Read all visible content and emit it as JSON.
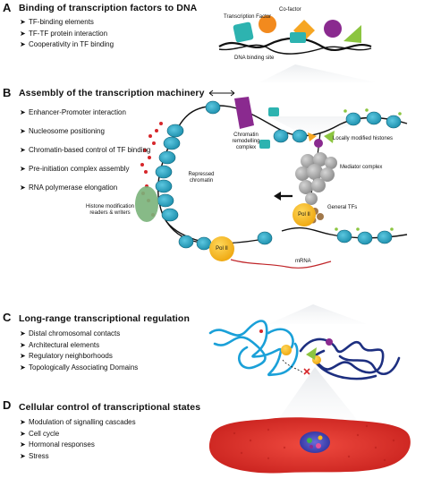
{
  "panels": [
    {
      "letter": "A",
      "title": "Binding of transcription factors to DNA",
      "bullets": [
        "TF-binding elements",
        "TF-TF protein interaction",
        "Cooperativity in TF binding"
      ]
    },
    {
      "letter": "B",
      "title": "Assembly of the transcription machinery",
      "bullets": [
        "Enhancer-Promoter interaction",
        "Nucleosome positioning",
        "Chromatin-based control of TF binding",
        "Pre-initiation complex assembly",
        "RNA polymerase elongation"
      ]
    },
    {
      "letter": "C",
      "title": "Long-range transcriptional regulation",
      "bullets": [
        "Distal chromosomal contacts",
        "Architectural elements",
        "Regulatory neighborhoods",
        "Topologically Associating Domains"
      ]
    },
    {
      "letter": "D",
      "title": "Cellular control of transcriptional states",
      "bullets": [
        "Modulation of signalling cascades",
        "Cell cycle",
        "Hormonal responses",
        "Stress"
      ]
    }
  ],
  "labels": {
    "transcription_factor": "Transcription Factor",
    "cofactor": "Co-factor",
    "dna_binding_site": "DNA binding site",
    "chromatin_remodelling_1": "Chromatin",
    "chromatin_remodelling_2": "remodelling",
    "chromatin_remodelling_3": "complex",
    "locally_modified_histones": "Locally modified histones",
    "mediator_complex": "Mediator complex",
    "repressed_chromatin_1": "Repressed",
    "repressed_chromatin_2": "chromatin",
    "histone_readers_1": "Histone modification",
    "histone_readers_2": "readers & writers",
    "general_tfs": "General TFs",
    "pol2_a": "Pol II",
    "pol2_b": "Pol II",
    "mrna": "mRNA"
  },
  "colors": {
    "nucleosome": "#2aa8c7",
    "tf_teal": "#2db3b0",
    "cofactor_orange": "#f28a1e",
    "purple": "#8a2a8f",
    "green": "#8cc540",
    "polii": "#f6b81c",
    "mediator": "#a7a7a7",
    "general_tf": "#a1784a",
    "red_mark": "#d6262a",
    "readers": "#7ab27a",
    "dna_blue": "#1aa0d8",
    "dna_navy": "#1d2f80",
    "cell_red": "#e0322c",
    "mrna_red": "#c0262a"
  }
}
